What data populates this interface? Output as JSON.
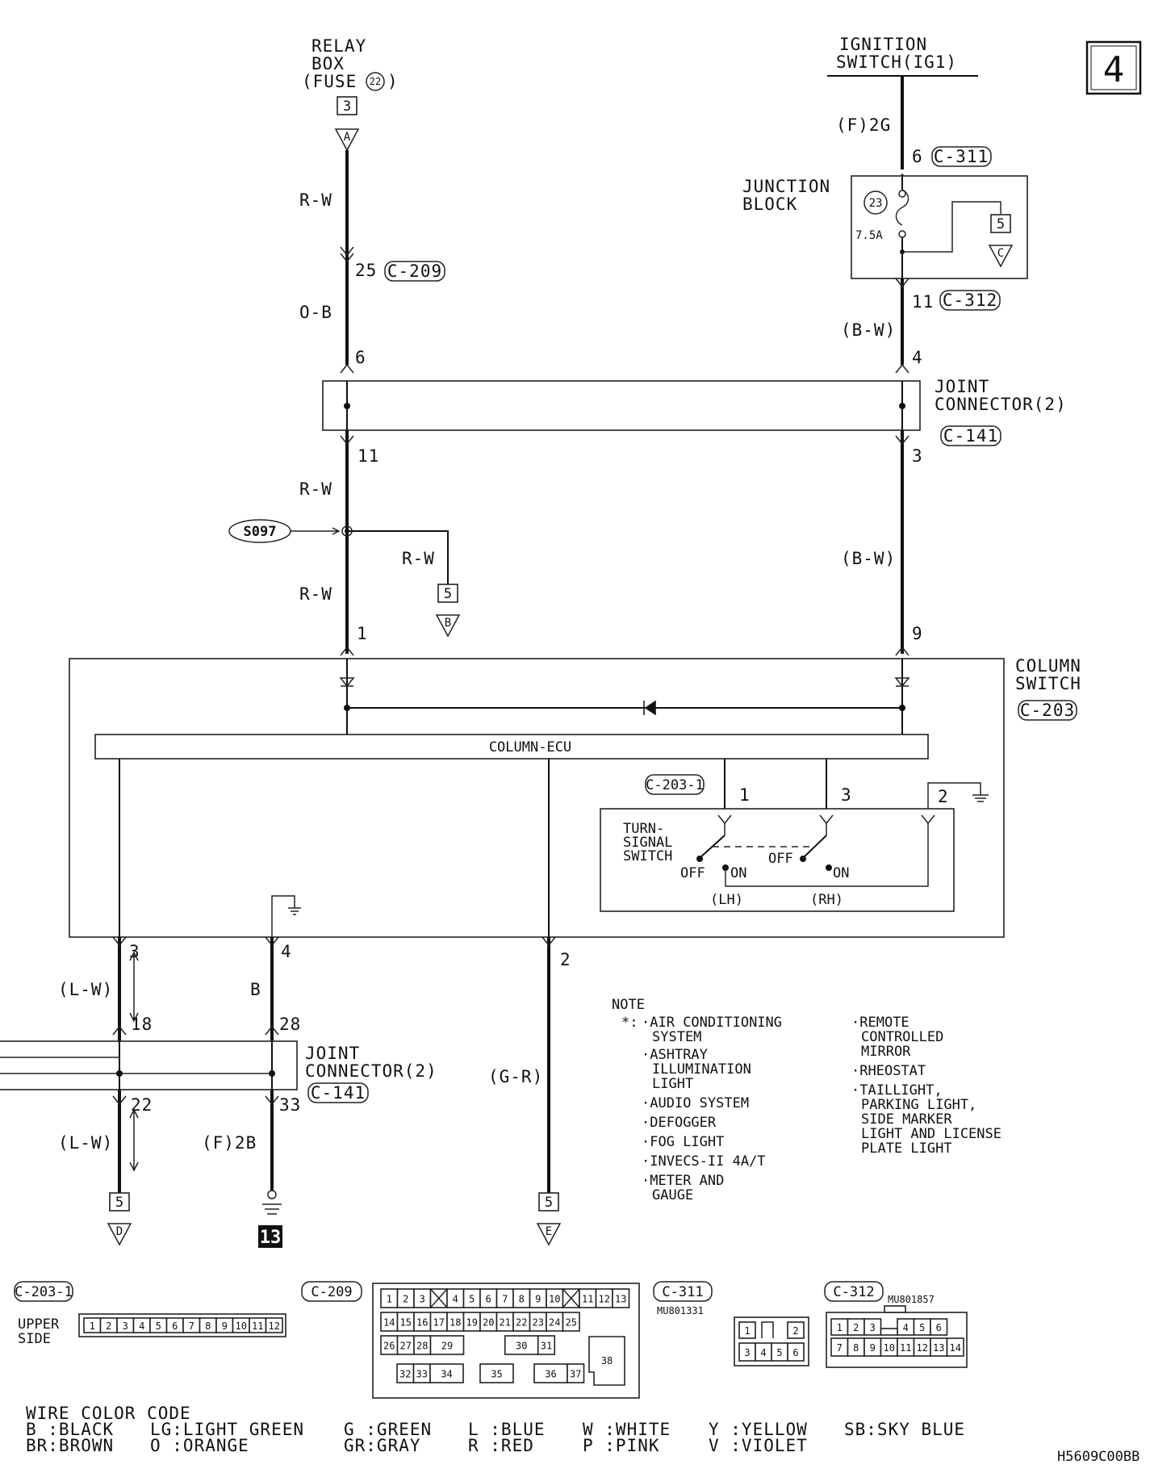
{
  "page_number": "4",
  "relay_box": {
    "line1": "RELAY",
    "line2": "BOX",
    "line3_prefix": "(FUSE",
    "fuse_no": "22",
    "line3_suffix": ")",
    "pin": "3",
    "terminal": "A"
  },
  "ignition": {
    "line1": "IGNITION",
    "line2": "SWITCH(IG1)"
  },
  "wires": {
    "rw_top": "R-W",
    "ob": "O-B",
    "rw_mid": "R-W",
    "rw_low": "R-W",
    "rw_branch": "R-W",
    "f2g": "(F)2G",
    "bw_top": "(B-W)",
    "bw_low": "(B-W)",
    "lw_top": "(L-W)",
    "b": "B",
    "lw_low": "(L-W)",
    "f2b": "(F)2B",
    "gr": "(G-R)"
  },
  "pins": {
    "p25": "25",
    "p6_left": "6",
    "p11_left": "11",
    "p1": "1",
    "p6_right": "6",
    "p11_right": "11",
    "p4_right": "4",
    "p3_right": "3",
    "p9": "9",
    "p3_bottom": "3",
    "p4_bottom": "4",
    "p2_bottom": "2",
    "p18": "18",
    "p28": "28",
    "p22": "22",
    "p33": "33",
    "ts1": "1",
    "ts3": "3",
    "ts2": "2"
  },
  "connectors": {
    "c209": "C-209",
    "c311": "C-311",
    "c312": "C-312",
    "c141_a": "C-141",
    "c203": "C-203",
    "c141_b": "C-141",
    "c2031": "C-203-1"
  },
  "junction_block": {
    "line1": "JUNCTION",
    "line2": "BLOCK",
    "fuse_no": "23",
    "amps": "7.5A",
    "pin": "5",
    "terminal": "C"
  },
  "joint_connector_top": {
    "line1": "JOINT",
    "line2": "CONNECTOR(2)"
  },
  "joint_connector_bottom": {
    "line1": "JOINT",
    "line2": "CONNECTOR(2)"
  },
  "splice": {
    "label": "S097",
    "pin": "5",
    "terminal": "B"
  },
  "column_switch": {
    "line1": "COLUMN",
    "line2": "SWITCH",
    "ecu": "COLUMN-ECU"
  },
  "turn_signal": {
    "line1": "TURN-",
    "line2": "SIGNAL",
    "line3": "SWITCH",
    "off_l": "OFF",
    "on_l": "ON",
    "off_r": "OFF",
    "on_r": "ON",
    "lh": "(LH)",
    "rh": "(RH)"
  },
  "terminals_bottom": {
    "d_pin": "5",
    "d": "D",
    "e_pin": "5",
    "e": "E",
    "ground": "13"
  },
  "note": {
    "title": "NOTE",
    "marker": "*:",
    "left": [
      [
        "AIR CONDITIONING",
        "SYSTEM"
      ],
      [
        "ASHTRAY",
        "ILLUMINATION",
        "LIGHT"
      ],
      [
        "AUDIO SYSTEM"
      ],
      [
        "DEFOGGER"
      ],
      [
        "FOG LIGHT"
      ],
      [
        "INVECS-II 4A/T"
      ],
      [
        "METER AND",
        "GAUGE"
      ]
    ],
    "right": [
      [
        "REMOTE",
        "CONTROLLED",
        "MIRROR"
      ],
      [
        "RHEOSTAT"
      ],
      [
        "TAILLIGHT,",
        "PARKING LIGHT,",
        "SIDE MARKER",
        "LIGHT AND LICENSE",
        "PLATE LIGHT"
      ]
    ]
  },
  "connector_views": {
    "c2031": {
      "label": "C-203-1",
      "side1": "UPPER",
      "side2": "SIDE",
      "pins": [
        "1",
        "2",
        "3",
        "4",
        "5",
        "6",
        "7",
        "8",
        "9",
        "10",
        "11",
        "12"
      ]
    },
    "c209": {
      "label": "C-209",
      "row1": [
        "1",
        "2",
        "3",
        "",
        "4",
        "5",
        "6",
        "7",
        "8",
        "9",
        "10",
        "",
        "11",
        "12",
        "13"
      ],
      "row2": [
        "14",
        "15",
        "16",
        "17",
        "18",
        "19",
        "20",
        "21",
        "22",
        "23",
        "24",
        "25"
      ],
      "row3": [
        "26",
        "27",
        "28",
        "29",
        "30",
        "31"
      ],
      "row4": [
        "32",
        "33",
        "34",
        "35",
        "36",
        "37"
      ],
      "big": "38"
    },
    "c311": {
      "label": "C-311",
      "part": "MU801331",
      "row1": [
        "1",
        "",
        "2"
      ],
      "row2": [
        "3",
        "4",
        "5",
        "6"
      ]
    },
    "c312": {
      "label": "C-312",
      "part": "MU801857",
      "row1": [
        "1",
        "2",
        "3",
        "",
        "4",
        "5",
        "6"
      ],
      "row2": [
        "7",
        "8",
        "9",
        "10",
        "11",
        "12",
        "13",
        "14"
      ]
    }
  },
  "wire_color_code": {
    "title": "WIRE COLOR CODE",
    "row1": [
      "B :BLACK",
      "LG:LIGHT GREEN",
      "G :GREEN",
      "L :BLUE",
      "W :WHITE",
      "Y :YELLOW",
      "SB:SKY BLUE"
    ],
    "row2": [
      "BR:BROWN",
      "O :ORANGE",
      "GR:GRAY",
      "R :RED",
      "P :PINK",
      "V :VIOLET"
    ]
  },
  "figure_code": "H5609C00BB"
}
